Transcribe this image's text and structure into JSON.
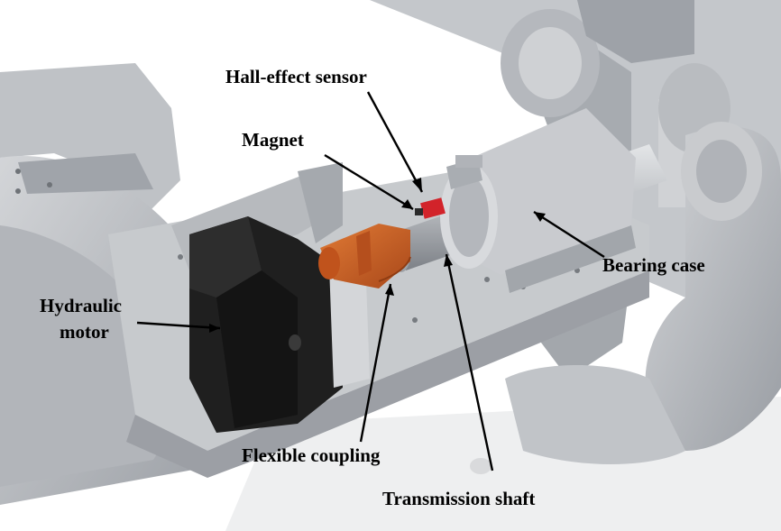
{
  "labels": {
    "hall_sensor": "Hall-effect sensor",
    "magnet": "Magnet",
    "bearing_case": "Bearing case",
    "hydraulic_motor_line1": "Hydraulic",
    "hydraulic_motor_line2": "motor",
    "flexible_coupling": "Flexible coupling",
    "transmission_shaft": "Transmission shaft"
  },
  "colors": {
    "housing": "#bcbfc4",
    "housing_shadow": "#8f9399",
    "housing_light": "#dadcdf",
    "motor": "#1e1e1e",
    "coupling": "#d2641e",
    "sensor": "#d2232a"
  }
}
